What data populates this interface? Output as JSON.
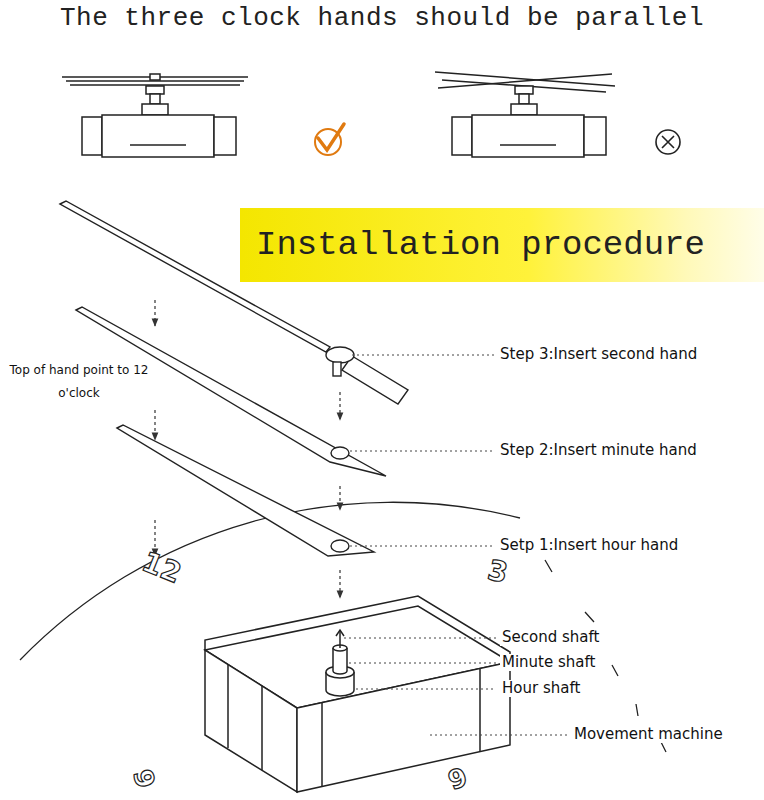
{
  "diagram": {
    "title": "The three clock hands should be parallel",
    "nodes": [
      {
        "text": [
          "Installation procedure"
        ]
      }
    ],
    "edges": [],
    "labels": [
      "Step 3:Insert second hand",
      "Step 2:Insert minute hand",
      "Setp 1:Insert hour hand",
      "Top of hand point to 12 o'clock",
      "Second shaft",
      "Minute shaft",
      "Hour shaft",
      "Movement machine",
      "12",
      "3",
      "9",
      "6"
    ]
  }
}
